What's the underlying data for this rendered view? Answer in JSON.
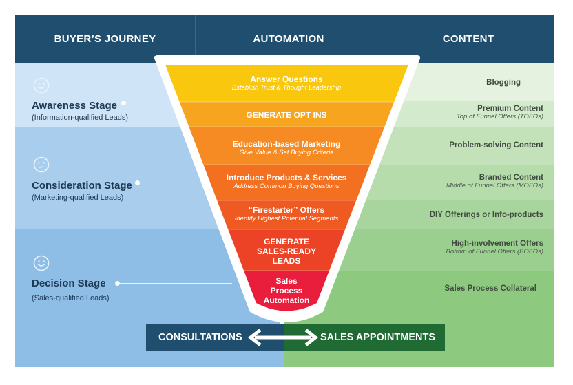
{
  "headers": {
    "buyers_journey": "BUYER’S JOURNEY",
    "automation": "AUTOMATION",
    "content": "CONTENT"
  },
  "stages": [
    {
      "title": "Awareness Stage",
      "subtitle": "(Information-qualified Leads)"
    },
    {
      "title": "Consideration Stage",
      "subtitle": "(Marketing-qualified Leads)"
    },
    {
      "title": "Decision Stage",
      "subtitle": "(Sales-qualified Leads)"
    }
  ],
  "funnel": [
    {
      "title": "Answer Questions",
      "subtitle": "Establish Trust & Thought Leadership",
      "color": "#f9c80e"
    },
    {
      "title": "GENERATE OPT INS",
      "subtitle": "",
      "color": "#f7a51f"
    },
    {
      "title": "Education-based Marketing",
      "subtitle": "Give Value & Set Buying Criteria",
      "color": "#f58b22"
    },
    {
      "title": "Introduce Products & Services",
      "subtitle": "Address Common Buying Questions",
      "color": "#f37021"
    },
    {
      "title": "“Firestarter” Offers",
      "subtitle": "Identify Highest Potential Segments",
      "color": "#ef5a22"
    },
    {
      "title": "GENERATE SALES-READY LEADS",
      "subtitle": "",
      "color": "#ec4326"
    },
    {
      "title": "Sales Process Automation",
      "subtitle": "",
      "color": "#e81e3c"
    }
  ],
  "funnel_lines": {
    "generate_sales_ready": [
      "GENERATE",
      "SALES-READY",
      "LEADS"
    ],
    "sales_process": [
      "Sales",
      "Process",
      "Automation"
    ]
  },
  "content": [
    {
      "title": "Blogging",
      "subtitle": ""
    },
    {
      "title": "Premium Content",
      "subtitle": "Top of Funnel Offers (TOFOs)"
    },
    {
      "title": "Problem-solving Content",
      "subtitle": ""
    },
    {
      "title": "Branded Content",
      "subtitle": "Middle of Funnel Offers (MOFOs)"
    },
    {
      "title": "DIY Offerings or Info-products",
      "subtitle": ""
    },
    {
      "title": "High-involvement Offers",
      "subtitle": "Bottom of Funnel Offers (BOFOs)"
    },
    {
      "title": "Sales Process Collateral",
      "subtitle": ""
    }
  ],
  "buttons": {
    "consultations": "CONSULTATIONS",
    "sales_appointments": "SALES APPOINTMENTS"
  },
  "colors": {
    "header": "#1f4e6e",
    "blue_stage_1": "#cfe5f7",
    "blue_stage_2": "#a9cdec",
    "blue_stage_3": "#8ebde6",
    "green_1": "#e4f2df",
    "green_2": "#c3e2ba",
    "green_3": "#a8d59e",
    "green_4": "#8dc97f",
    "consultations_button": "#1f4e6e",
    "sales_button": "#1f6b33"
  }
}
